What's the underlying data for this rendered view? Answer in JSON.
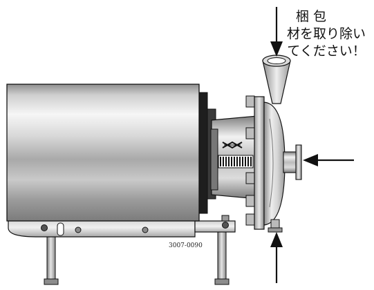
{
  "notice": {
    "line1": "梱 包",
    "line2": "材を取り除い",
    "line3": "てください！"
  },
  "figure_code": "3007-0090",
  "colors": {
    "line": "#111111",
    "metal_light": "#eeeeee",
    "metal_mid": "#bdbdbd",
    "metal_dark": "#6f6f6f",
    "gasket": "#1a1a1a"
  },
  "icons": {
    "arrow_top": "arrow-down",
    "arrow_right": "arrow-left",
    "arrow_bottom": "arrow-up"
  }
}
